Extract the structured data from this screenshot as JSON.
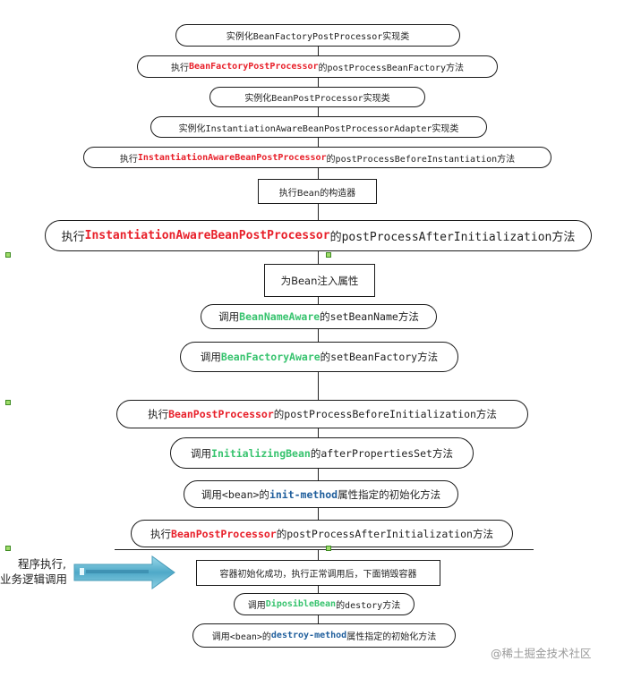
{
  "steps": [
    {
      "plain": "实例化BeanFactoryPostProcessor实现类"
    },
    {
      "pre": "执行",
      "hl": "BeanFactoryPostProcessor",
      "post": "的postProcessBeanFactory方法"
    },
    {
      "plain": "实例化BeanPostProcessor实现类"
    },
    {
      "plain": "实例化InstantiationAwareBeanPostProcessorAdapter实现类"
    },
    {
      "pre": "执行",
      "hl": "InstantiationAwareBeanPostProcessor",
      "post": "的postProcessBeforeInstantiation方法"
    },
    {
      "plain": "执行Bean的构造器"
    },
    {
      "pre": "执行",
      "hl": "InstantiationAwareBeanPostProcessor",
      "post": "的postProcessAfterInitialization方法"
    },
    {
      "plain": "为Bean注入属性"
    },
    {
      "pre": "调用",
      "hl": "BeanNameAware",
      "post": "的setBeanName方法"
    },
    {
      "pre": "调用",
      "hl": "BeanFactoryAware",
      "post": "的setBeanFactory方法"
    },
    {
      "pre": "执行",
      "hl": "BeanPostProcessor",
      "post": "的postProcessBeforeInitialization方法"
    },
    {
      "pre": "调用",
      "hl": "InitializingBean",
      "post": "的afterPropertiesSet方法"
    },
    {
      "pre": "调用<bean>的",
      "hl": "init-method",
      "post": "属性指定的初始化方法"
    },
    {
      "pre": "执行",
      "hl": "BeanPostProcessor",
      "post": "的postProcessAfterInitialization方法"
    },
    {
      "plain": "容器初始化成功，执行正常调用后，下面销毁容器"
    },
    {
      "pre": "调用",
      "hl": "DiposibleBean",
      "post": "的destory方法"
    },
    {
      "pre": "调用<bean>的",
      "hl": "destroy-method",
      "post": "属性指定的初始化方法"
    }
  ],
  "side_label": {
    "line1": "程序执行,",
    "line2": "业务逻辑调用"
  },
  "watermark": "@稀土掘金技术社区",
  "colors": {
    "red": "#e8202a",
    "green": "#37c36e",
    "blue": "#1f5e9c",
    "arrow": "#5fb7d3",
    "handle": "#9fdc6a"
  }
}
